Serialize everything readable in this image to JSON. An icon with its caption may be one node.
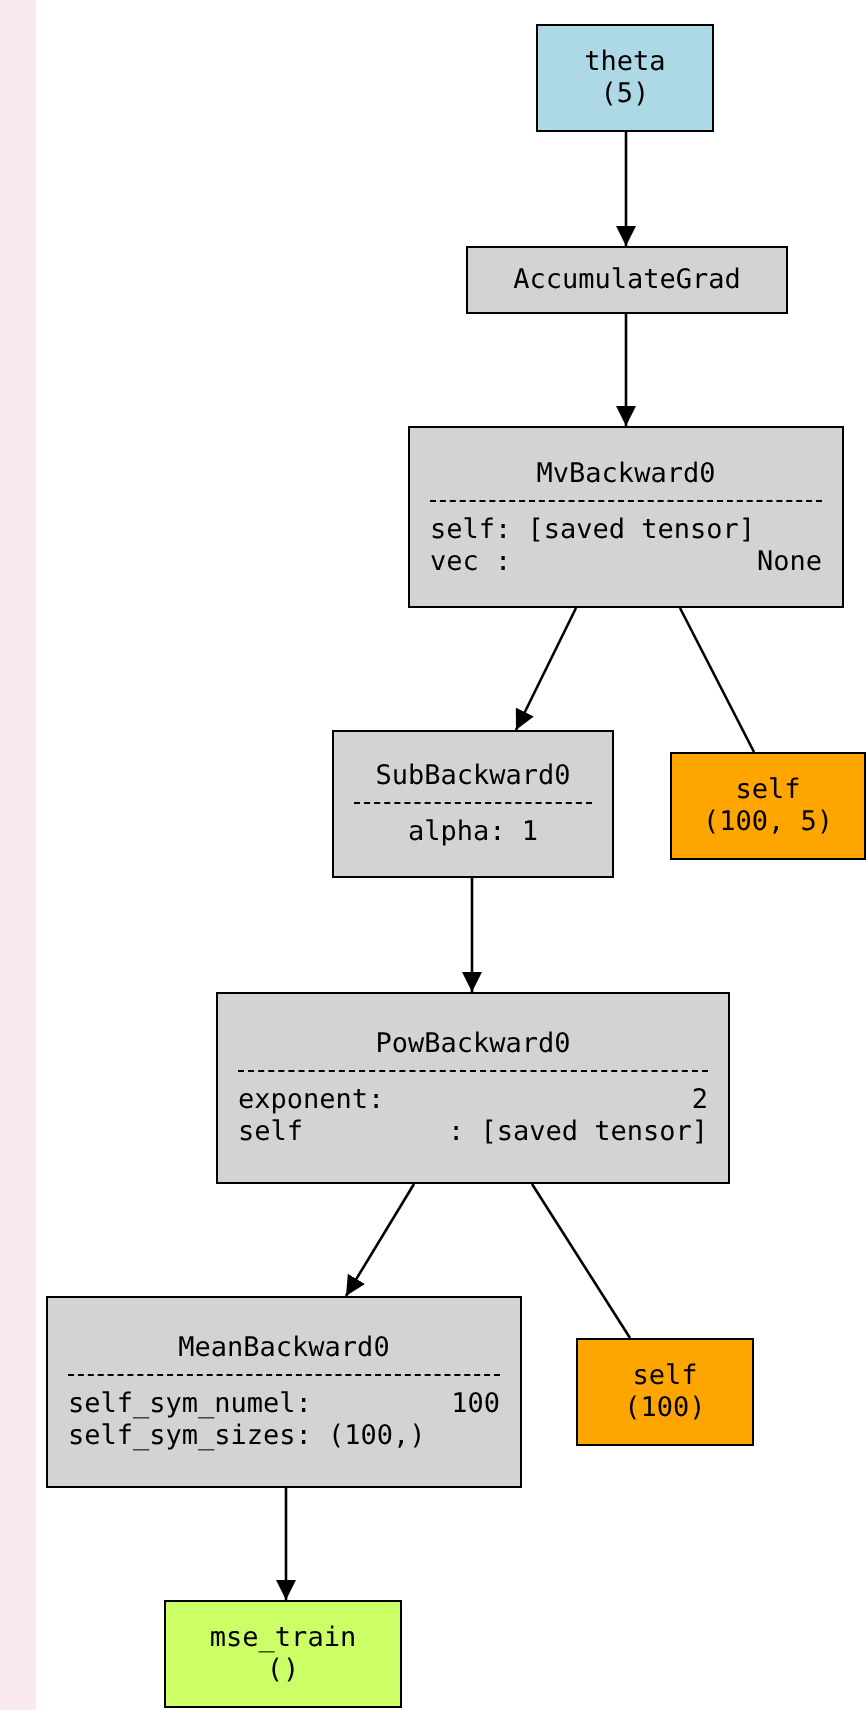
{
  "diagram": {
    "nodes": [
      {
        "text": [
          "theta",
          "(5)"
        ]
      },
      {
        "text": [
          "AccumulateGrad"
        ]
      },
      {
        "text": [
          "MvBackward0",
          "self: [saved tensor]",
          "vec :",
          "None"
        ]
      },
      {
        "text": [
          "SubBackward0",
          "alpha: 1"
        ]
      },
      {
        "text": [
          "self",
          "(100, 5)"
        ]
      },
      {
        "text": [
          "PowBackward0",
          "exponent:",
          "2",
          "self",
          ": [saved tensor]"
        ]
      },
      {
        "text": [
          "MeanBackward0",
          "self_sym_numel:",
          "100",
          "self_sym_sizes: (100,)"
        ]
      },
      {
        "text": [
          "self",
          "(100)"
        ]
      },
      {
        "text": [
          "mse_train",
          "()"
        ]
      }
    ],
    "edges": [
      {
        "from": 0,
        "to": 1,
        "arrow": "to"
      },
      {
        "from": 1,
        "to": 2,
        "arrow": "to"
      },
      {
        "from": 2,
        "to": 3,
        "arrow": "to"
      },
      {
        "from": 2,
        "to": 4,
        "arrow": "none"
      },
      {
        "from": 3,
        "to": 5,
        "arrow": "to"
      },
      {
        "from": 5,
        "to": 6,
        "arrow": "to"
      },
      {
        "from": 5,
        "to": 7,
        "arrow": "none"
      },
      {
        "from": 6,
        "to": 8,
        "arrow": "to"
      }
    ]
  }
}
